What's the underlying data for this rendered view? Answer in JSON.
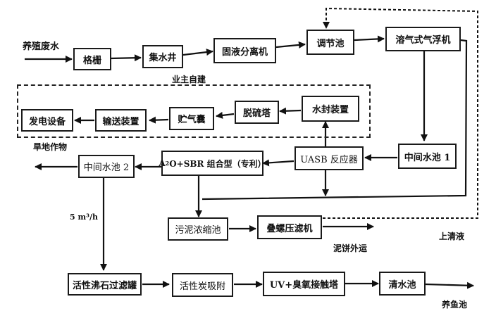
{
  "diagram": {
    "type": "process-flow",
    "subject": "livestock wastewater treatment process",
    "inputs": {
      "wastewater_in": "养殖废水"
    },
    "nodes": {
      "grille": "格栅",
      "collection_well": "集水井",
      "solid_liquid_separator": "固液分离机",
      "regulating_tank": "调节池",
      "dissolved_air_flotation": "溶气式气浮机",
      "intermediate_tank_1": "中间水池 1",
      "uasb_reactor": "UASB 反应器",
      "water_seal": "水封装置",
      "desulfurization_tower": "脱硫塔",
      "gas_bag": "贮气囊",
      "conveying_device": "输送装置",
      "power_generation": "发电设备",
      "a2o_sbr_prefix": "A",
      "a2o_sbr_sup": "2",
      "a2o_sbr_suffix": "O+SBR 组合型（专利）",
      "intermediate_tank_2": "中间水池 2",
      "sludge_thickener": "污泥浓缩池",
      "screw_press": "叠螺压滤机",
      "zeolite_filter": "活性沸石过滤罐",
      "activated_carbon": "活性炭吸附",
      "uv_ozone_tower": "UV+臭氧接触塔",
      "clear_water_tank": "清水池"
    },
    "labels": {
      "owner_built": "业主自建",
      "dry_crops": "旱地作物",
      "flow_rate": "5 m³/h",
      "supernatant": "上清液",
      "sludge_cake_out": "泥饼外运",
      "fish_pond": "养鱼池"
    },
    "edges": [
      {
        "from": "养殖废水",
        "to": "格栅"
      },
      {
        "from": "格栅",
        "to": "集水井"
      },
      {
        "from": "集水井",
        "to": "固液分离机"
      },
      {
        "from": "固液分离机",
        "to": "调节池"
      },
      {
        "from": "调节池",
        "to": "溶气式气浮机"
      },
      {
        "from": "溶气式气浮机",
        "to": "中间水池 1"
      },
      {
        "from": "中间水池 1",
        "to": "UASB 反应器"
      },
      {
        "from": "UASB 反应器",
        "to": "水封装置"
      },
      {
        "from": "水封装置",
        "to": "脱硫塔"
      },
      {
        "from": "脱硫塔",
        "to": "贮气囊"
      },
      {
        "from": "贮气囊",
        "to": "输送装置"
      },
      {
        "from": "输送装置",
        "to": "发电设备"
      },
      {
        "from": "UASB 反应器",
        "to": "A2O+SBR 组合型（专利）"
      },
      {
        "from": "A2O+SBR 组合型（专利）",
        "to": "中间水池 2"
      },
      {
        "from": "中间水池 2",
        "to": "旱地作物"
      },
      {
        "from": "中间水池 2",
        "to": "活性沸石过滤罐",
        "label": "5 m³/h"
      },
      {
        "from": "活性沸石过滤罐",
        "to": "活性炭吸附"
      },
      {
        "from": "活性炭吸附",
        "to": "UV+臭氧接触塔"
      },
      {
        "from": "UV+臭氧接触塔",
        "to": "清水池"
      },
      {
        "from": "清水池",
        "to": "养鱼池"
      },
      {
        "from": "A2O+SBR 组合型（专利）",
        "to": "污泥浓缩池"
      },
      {
        "from": "UASB 反应器",
        "to": "污泥浓缩池"
      },
      {
        "from": "溶气式气浮机",
        "to": "污泥浓缩池"
      },
      {
        "from": "污泥浓缩池",
        "to": "叠螺压滤机"
      },
      {
        "from": "叠螺压滤机",
        "to": "泥饼外运"
      },
      {
        "from": "叠螺压滤机",
        "to": "调节池",
        "label": "上清液",
        "style": "dashed"
      }
    ]
  }
}
